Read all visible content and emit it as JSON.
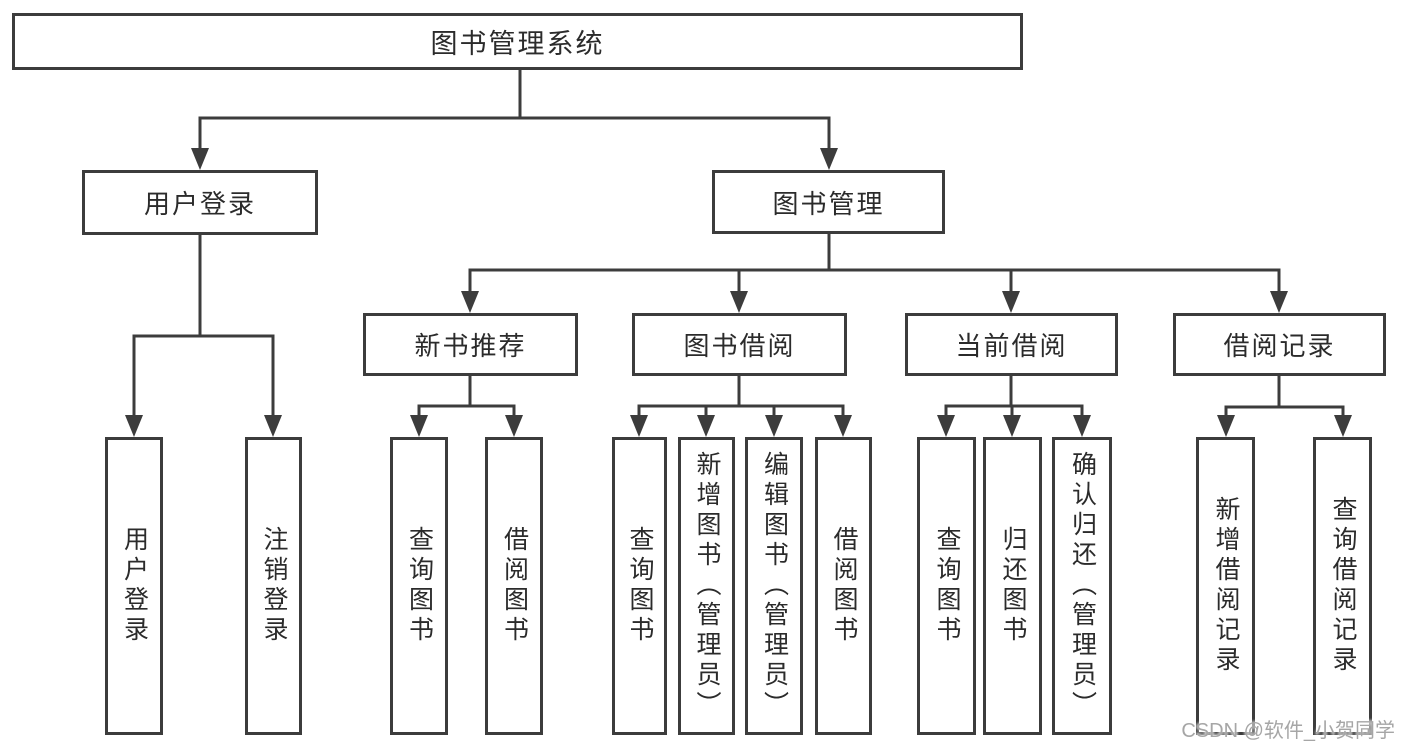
{
  "diagram_title": "图书管理系统",
  "tree": {
    "root": {
      "label": "图书管理系统"
    },
    "children": [
      {
        "label": "用户登录",
        "children": [
          {
            "label": "用户登录"
          },
          {
            "label": "注销登录"
          }
        ]
      },
      {
        "label": "图书管理",
        "children": [
          {
            "label": "新书推荐",
            "children": [
              {
                "label": "查询图书"
              },
              {
                "label": "借阅图书"
              }
            ]
          },
          {
            "label": "图书借阅",
            "children": [
              {
                "label": "查询图书"
              },
              {
                "label": "新增图书（管理员）"
              },
              {
                "label": "编辑图书（管理员）"
              },
              {
                "label": "借阅图书"
              }
            ]
          },
          {
            "label": "当前借阅",
            "children": [
              {
                "label": "查询图书"
              },
              {
                "label": "归还图书"
              },
              {
                "label": "确认归还（管理员）"
              }
            ]
          },
          {
            "label": "借阅记录",
            "children": [
              {
                "label": "新增借阅记录"
              },
              {
                "label": "查询借阅记录"
              }
            ]
          }
        ]
      }
    ]
  },
  "watermark": "CSDN @软件_小贺同学",
  "colors": {
    "line": "#3c3c3c",
    "text": "#2b2b2b",
    "watermark": "#a6a6a6",
    "background": "#ffffff"
  }
}
